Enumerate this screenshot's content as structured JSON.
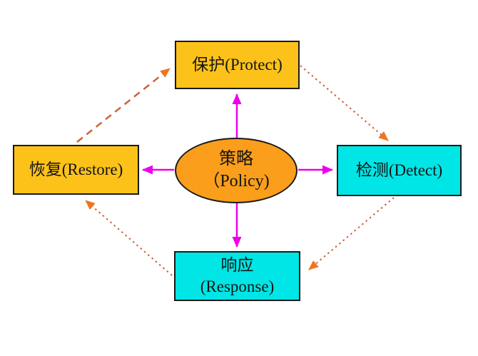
{
  "nodes": {
    "protect": {
      "label": "保护(Protect)"
    },
    "restore": {
      "label": "恢复(Restore)"
    },
    "detect": {
      "label": "检测(Detect)"
    },
    "response": {
      "line1": "响应",
      "line2": "(Response)"
    },
    "policy": {
      "line1": "策略",
      "line2": "（Policy)"
    }
  },
  "arrows": {
    "policy_to_protect": {
      "from": "policy",
      "to": "protect",
      "style": "solid-magenta"
    },
    "policy_to_restore": {
      "from": "policy",
      "to": "restore",
      "style": "solid-magenta"
    },
    "policy_to_detect": {
      "from": "policy",
      "to": "detect",
      "style": "solid-magenta"
    },
    "policy_to_response": {
      "from": "policy",
      "to": "response",
      "style": "solid-magenta"
    },
    "restore_to_protect": {
      "from": "restore",
      "to": "protect",
      "style": "dashed-orange"
    },
    "protect_to_detect": {
      "from": "protect",
      "to": "detect",
      "style": "dotted-orange"
    },
    "detect_to_response": {
      "from": "detect",
      "to": "response",
      "style": "dotted-orange"
    },
    "response_to_restore": {
      "from": "response",
      "to": "restore",
      "style": "dotted-orange"
    }
  },
  "colors": {
    "node_gold": "#FCC21A",
    "node_cyan": "#00E5E5",
    "policy_orange": "#FA9E1B",
    "policy_arrow_magenta": "#EE00EE",
    "cycle_line_orange": "#C8643A",
    "cycle_arrowhead_orange": "#EE7520",
    "node_border": "#1a1a1a",
    "background": "#ffffff"
  }
}
